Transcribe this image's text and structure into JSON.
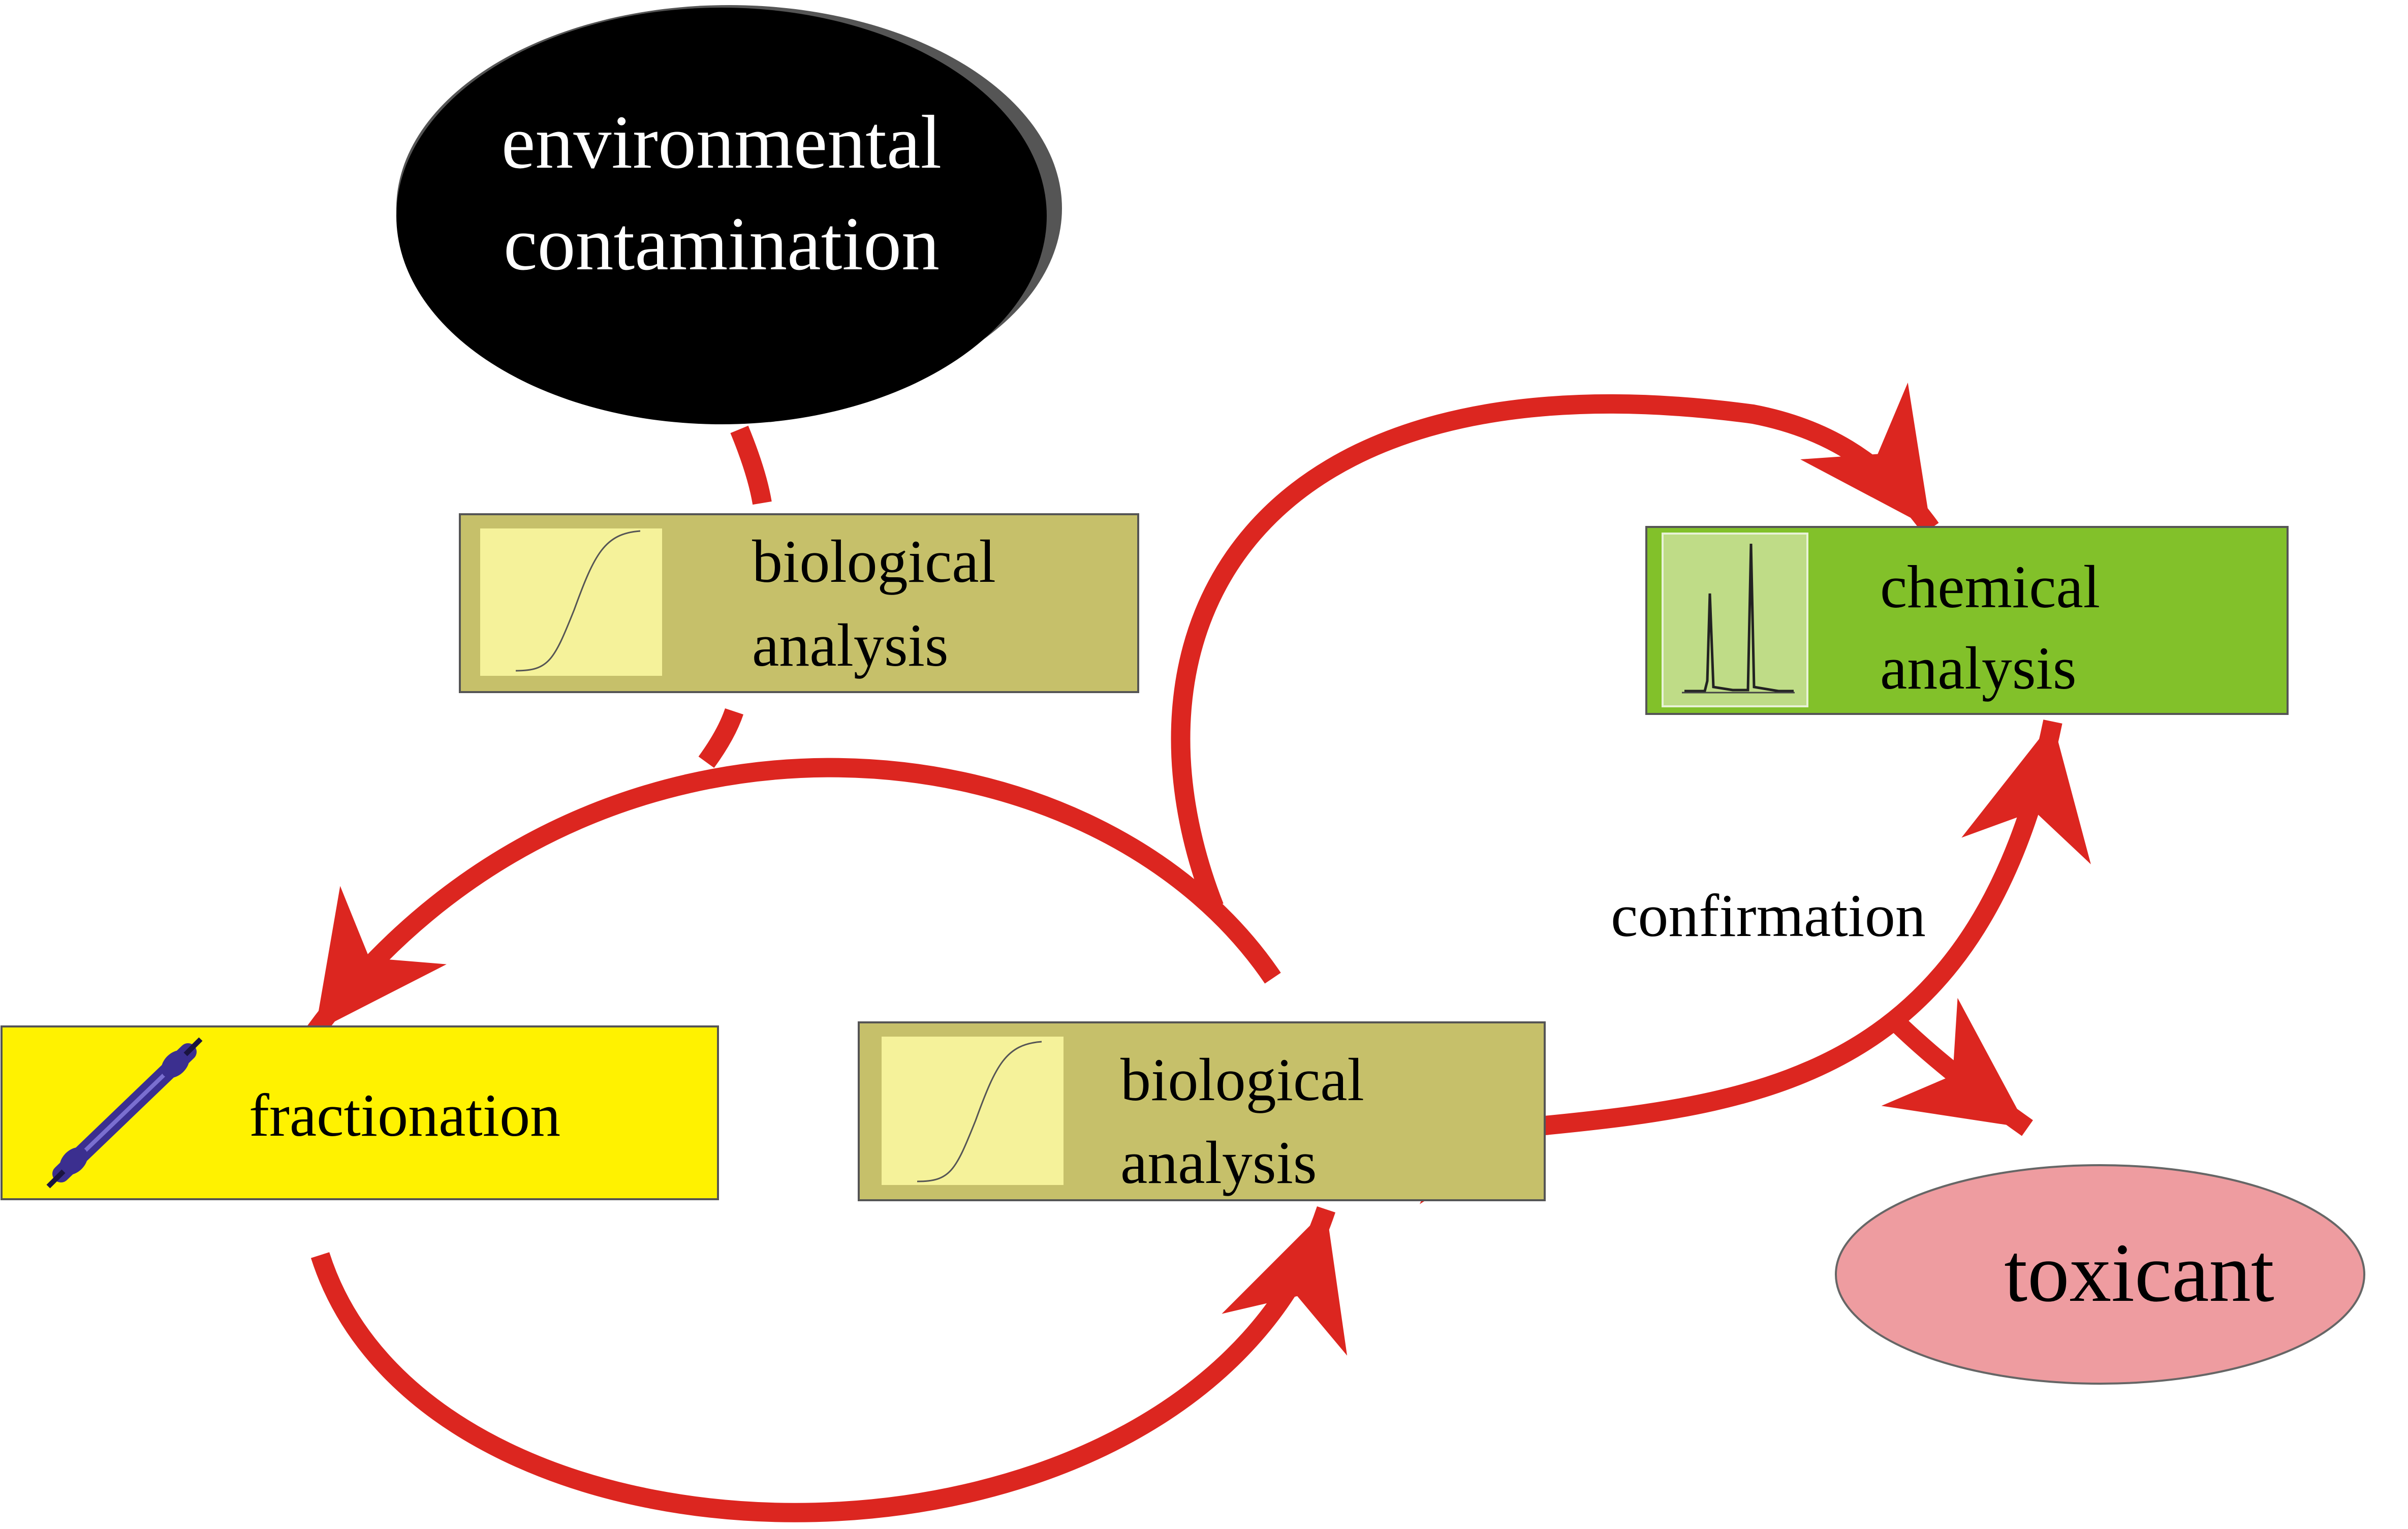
{
  "nodes": {
    "environmental_contamination": {
      "line1": "environmental",
      "line2": "contamination"
    },
    "biological_analysis_top": {
      "line1": "biological",
      "line2": "analysis"
    },
    "chemical_analysis": {
      "line1": "chemical",
      "line2": "analysis"
    },
    "fractionation": {
      "label": "fractionation"
    },
    "biological_analysis_bottom": {
      "line1": "biological",
      "line2": "analysis"
    },
    "toxicant": {
      "label": "toxicant"
    }
  },
  "edges": {
    "confirmation": {
      "label": "confirmation"
    }
  },
  "colors": {
    "arrow": "#dc2620",
    "env_fill": "#000000",
    "env_text": "#ffffff",
    "bio_fill": "#c6c06a",
    "bio_inset": "#f5f29a",
    "chem_fill": "#82c12a",
    "chem_inset": "#bfdc87",
    "fraction_fill": "#fff200",
    "toxicant_fill": "#ee9ca0",
    "column_icon": "#3b2f8f"
  },
  "icons": {
    "dose_response": "sigmoid-curve-icon",
    "chromatogram": "chromatogram-icon",
    "column": "chromatography-column-icon"
  }
}
